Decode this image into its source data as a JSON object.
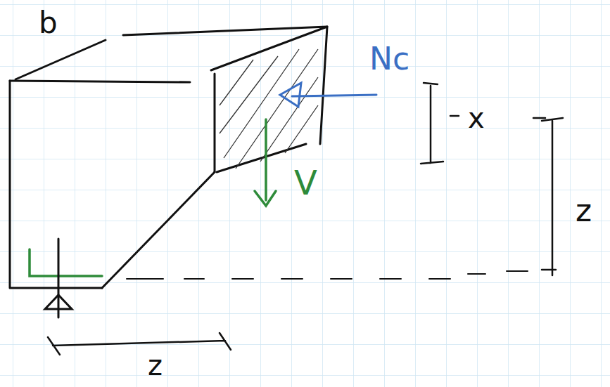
{
  "diagram": {
    "labels": [
      "b",
      "Nc",
      "x",
      "V",
      "z",
      "z"
    ]
  }
}
